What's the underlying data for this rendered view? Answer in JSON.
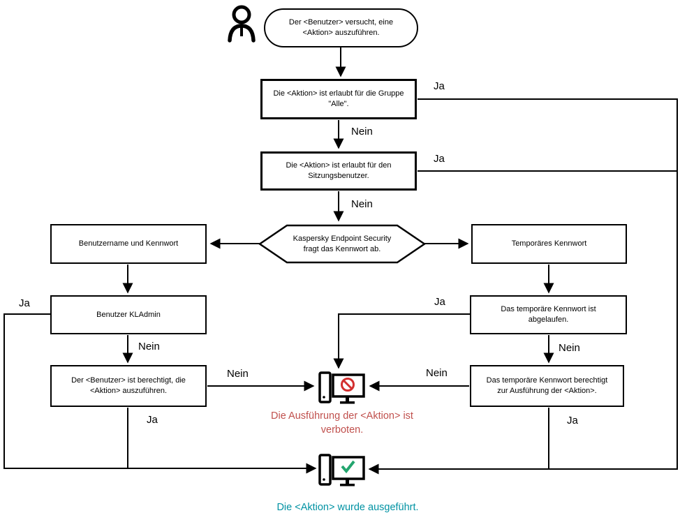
{
  "diagram_title": "Kaspersky Endpoint Security password check flowchart",
  "colors": {
    "line": "#000000",
    "box_border": "#000000",
    "text": "#000000",
    "forbidden_text": "#c0504d",
    "forbidden_sign": "#d32f2f",
    "success_text": "#0092a3",
    "success_check": "#23a56e"
  },
  "nodes": {
    "start": {
      "text": "Der <Benutzer> versucht, eine <Aktion> auszuführen."
    },
    "group_allowed": {
      "text": "Die <Aktion> ist erlaubt für die Gruppe \"Alle\"."
    },
    "session_allowed": {
      "text": "Die <Aktion> ist erlaubt für den Sitzungsbenutzer."
    },
    "password_prompt": {
      "text": "Kaspersky Endpoint Security fragt das Kennwort ab."
    },
    "username_password": {
      "text": "Benutzername und Kennwort"
    },
    "temp_password": {
      "text": "Temporäres Kennwort"
    },
    "kladmin": {
      "text": "Benutzer KLAdmin"
    },
    "temp_expired": {
      "text": "Das temporäre Kennwort ist abgelaufen."
    },
    "user_authorized": {
      "text": "Der <Benutzer> ist berechtigt, die <Aktion> auszuführen."
    },
    "temp_authorizes": {
      "text": "Das temporäre Kennwort berechtigt zur Ausführung der <Aktion>."
    },
    "forbidden": {
      "text": "Die Ausführung der <Aktion> ist verboten."
    },
    "executed": {
      "text": "Die <Aktion> wurde ausgeführt."
    }
  },
  "edge_labels": [
    {
      "id": "ja-group-allowed",
      "text": "Ja"
    },
    {
      "id": "nein-group-allowed",
      "text": "Nein"
    },
    {
      "id": "ja-session",
      "text": "Ja"
    },
    {
      "id": "nein-session",
      "text": "Nein"
    },
    {
      "id": "ja-kladmin",
      "text": "Ja"
    },
    {
      "id": "nein-kladmin",
      "text": "Nein"
    },
    {
      "id": "ja-temp-expired",
      "text": "Ja"
    },
    {
      "id": "nein-temp-expired",
      "text": "Nein"
    },
    {
      "id": "nein-user-auth",
      "text": "Nein"
    },
    {
      "id": "ja-user-auth",
      "text": "Ja"
    },
    {
      "id": "nein-temp-auth",
      "text": "Nein"
    },
    {
      "id": "ja-temp-auth",
      "text": "Ja"
    }
  ]
}
